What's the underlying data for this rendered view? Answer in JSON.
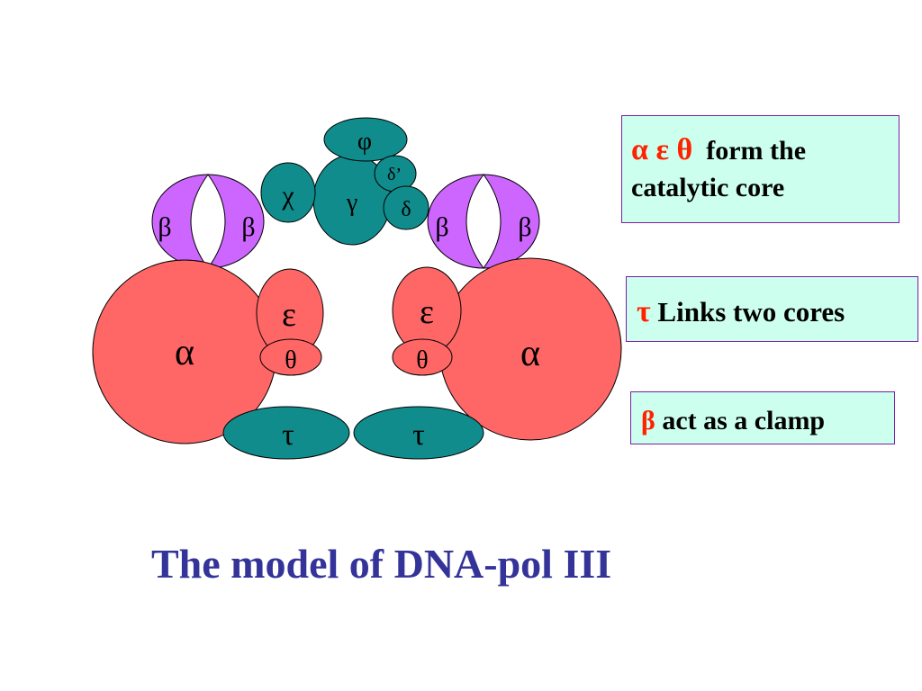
{
  "colors": {
    "alpha": "#ff6666",
    "beta": "#cc66ff",
    "teal": "#118c8c",
    "note_bg": "#ccffee",
    "note_border": "#7a1fa2",
    "greek_accent": "#ff2200",
    "caption": "#333399"
  },
  "diagram": {
    "alpha_left": "α",
    "alpha_right": "α",
    "epsilon_left": "ε",
    "epsilon_right": "ε",
    "theta_left": "θ",
    "theta_right": "θ",
    "tau_left": "τ",
    "tau_right": "τ",
    "beta_left_1": "β",
    "beta_left_2": "β",
    "beta_right_1": "β",
    "beta_right_2": "β",
    "phi": "φ",
    "chi": "χ",
    "gamma": "γ",
    "delta_prime": "δ’",
    "delta": "δ"
  },
  "notes": {
    "core_greek": "α ε θ",
    "core_text": "form the catalytic core",
    "tau_greek": "τ",
    "tau_text": "Links two cores",
    "beta_greek": "β",
    "beta_text": "act as a clamp"
  },
  "caption": "The model of DNA-pol III"
}
